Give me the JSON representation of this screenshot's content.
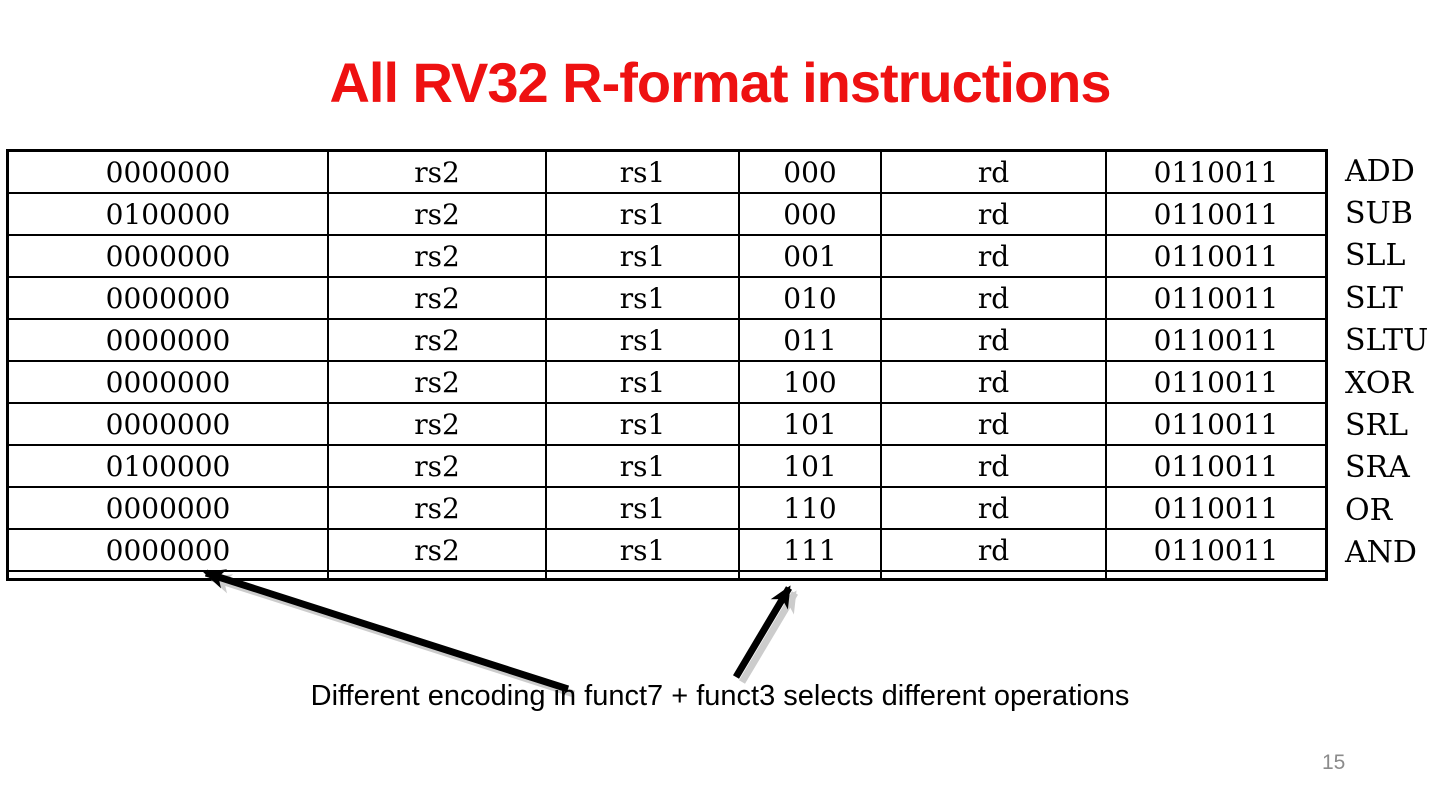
{
  "slide": {
    "title": "All RV32 R-format instructions",
    "caption": "Different encoding in funct7 + funct3 selects different operations",
    "page_number": "15",
    "title_color": "#ee1111"
  },
  "table": {
    "rows": [
      {
        "funct7": "0000000",
        "rs2": "rs2",
        "rs1": "rs1",
        "funct3": "000",
        "rd": "rd",
        "opcode": "0110011",
        "mnemonic": "ADD"
      },
      {
        "funct7": "0100000",
        "rs2": "rs2",
        "rs1": "rs1",
        "funct3": "000",
        "rd": "rd",
        "opcode": "0110011",
        "mnemonic": "SUB"
      },
      {
        "funct7": "0000000",
        "rs2": "rs2",
        "rs1": "rs1",
        "funct3": "001",
        "rd": "rd",
        "opcode": "0110011",
        "mnemonic": "SLL"
      },
      {
        "funct7": "0000000",
        "rs2": "rs2",
        "rs1": "rs1",
        "funct3": "010",
        "rd": "rd",
        "opcode": "0110011",
        "mnemonic": "SLT"
      },
      {
        "funct7": "0000000",
        "rs2": "rs2",
        "rs1": "rs1",
        "funct3": "011",
        "rd": "rd",
        "opcode": "0110011",
        "mnemonic": "SLTU"
      },
      {
        "funct7": "0000000",
        "rs2": "rs2",
        "rs1": "rs1",
        "funct3": "100",
        "rd": "rd",
        "opcode": "0110011",
        "mnemonic": "XOR"
      },
      {
        "funct7": "0000000",
        "rs2": "rs2",
        "rs1": "rs1",
        "funct3": "101",
        "rd": "rd",
        "opcode": "0110011",
        "mnemonic": "SRL"
      },
      {
        "funct7": "0100000",
        "rs2": "rs2",
        "rs1": "rs1",
        "funct3": "101",
        "rd": "rd",
        "opcode": "0110011",
        "mnemonic": "SRA"
      },
      {
        "funct7": "0000000",
        "rs2": "rs2",
        "rs1": "rs1",
        "funct3": "110",
        "rd": "rd",
        "opcode": "0110011",
        "mnemonic": "OR"
      },
      {
        "funct7": "0000000",
        "rs2": "rs2",
        "rs1": "rs1",
        "funct3": "111",
        "rd": "rd",
        "opcode": "0110011",
        "mnemonic": "AND"
      }
    ]
  }
}
